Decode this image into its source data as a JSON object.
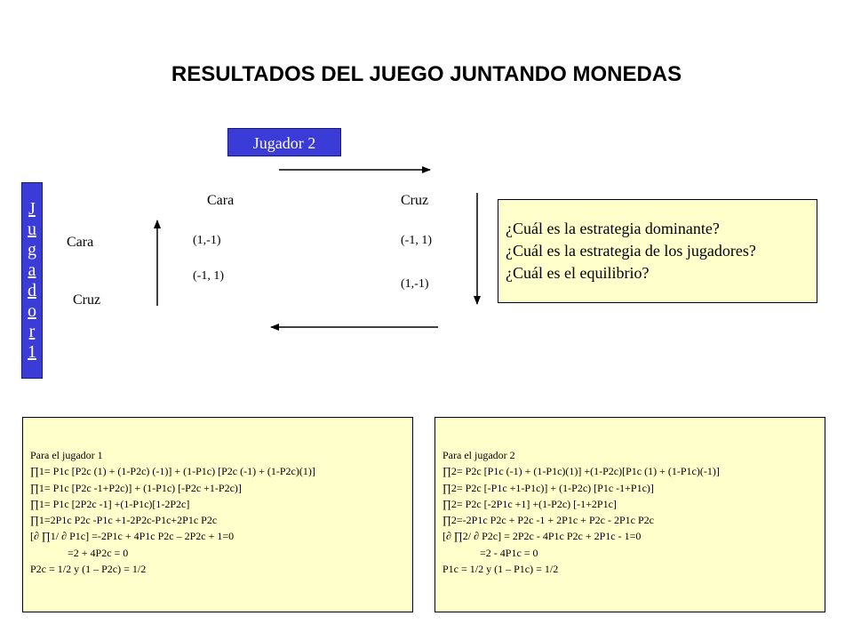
{
  "title": "RESULTADOS DEL JUEGO JUNTANDO MONEDAS",
  "player2_label": "Jugador 2",
  "player1_letters": [
    "J",
    "u",
    "g",
    "a",
    "d",
    "o",
    "r",
    "1"
  ],
  "columns": {
    "cara": "Cara",
    "cruz": "Cruz"
  },
  "rows": {
    "cara": "Cara",
    "cruz": "Cruz"
  },
  "payoffs": {
    "cara_cara": "(1,-1)",
    "cara_cruz": "(-1, 1)",
    "cruz_cara": "(-1, 1)",
    "cruz_cruz": "(1,-1)"
  },
  "questions": [
    "¿Cuál es la estrategia  dominante?",
    "¿Cuál es la estrategia  de los jugadores?",
    "¿Cuál es el equilibrio?"
  ],
  "player1_calc": [
    "Para el jugador 1",
    "∏1= P1c [P2c (1) + (1-P2c) (-1)] + (1-P1c) [P2c (-1) + (1-P2c)(1)]",
    "∏1= P1c [P2c -1+P2c)] + (1-P1c) [-P2c +1-P2c)]",
    "∏1= P1c [2P2c -1] +(1-P1c)[1-2P2c]",
    "∏1=2P1c P2c -P1c +1-2P2c-P1c+2P1c P2c",
    "[∂ ∏1/ ∂ P1c] =-2P1c + 4P1c P2c – 2P2c + 1=0",
    "              =2 + 4P2c = 0",
    "P2c = 1/2 y (1 – P2c) = 1/2"
  ],
  "player2_calc": [
    "Para el jugador 2",
    "∏2= P2c [P1c (-1) + (1-P1c)(1)] +(1-P2c)[P1c (1) + (1-P1c)(-1)]",
    "∏2= P2c [-P1c +1-P1c)] + (1-P2c) [P1c -1+P1c)]",
    "∏2= P2c [-2P1c +1] +(1-P2c) [-1+2P1c]",
    "∏2=-2P1c P2c + P2c -1 + 2P1c + P2c - 2P1c P2c",
    "[∂ ∏2/ ∂ P2c] = 2P2c - 4P1c P2c + 2P1c - 1=0",
    "              =2 - 4P1c = 0",
    "P1c = 1/2 y (1 – P1c) = 1/2"
  ],
  "colors": {
    "player_box": "#3b3bd8",
    "note_box": "#ffffcc"
  }
}
